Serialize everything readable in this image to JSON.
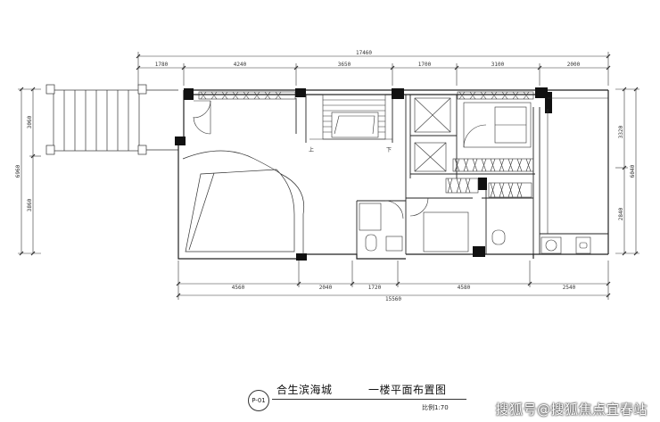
{
  "dimensions": {
    "total_top": "17460",
    "top": [
      "1780",
      "4240",
      "3650",
      "1700",
      "3100",
      "2000"
    ],
    "total_bottom": "15560",
    "bottom": [
      "4560",
      "2040",
      "1720",
      "4580",
      "2540"
    ],
    "total_left": "6960",
    "left": [
      "3060",
      "3860"
    ],
    "total_right": "6040",
    "right": [
      "3320",
      "2840"
    ]
  },
  "stair_labels": {
    "up_left": "上",
    "up_right": "下"
  },
  "title_block": {
    "sheet_id": "P-01",
    "project_name": "合生滨海城",
    "drawing_title": "一楼平面布置图",
    "scale": "比例1:70"
  },
  "watermark": "搜狐号@搜狐焦点宜春站"
}
